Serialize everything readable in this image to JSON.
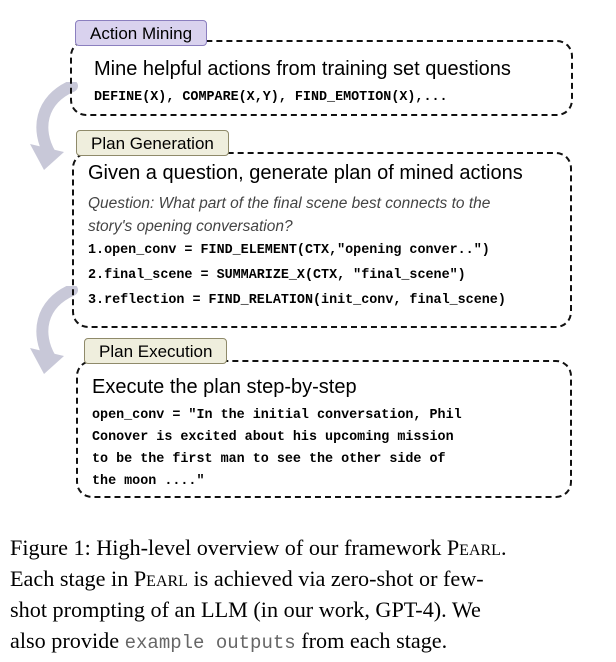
{
  "stages": [
    {
      "tab": "Action Mining",
      "heading": "Mine helpful actions from training set questions",
      "code_lines": [
        "DEFINE(X), COMPARE(X,Y), FIND_EMOTION(X),..."
      ]
    },
    {
      "tab": "Plan Generation",
      "heading": "Given a question, generate plan of mined actions",
      "question_lines": [
        "Question: What part of the final scene best connects to the",
        "story's opening conversation?"
      ],
      "code_lines": [
        "1.open_conv = FIND_ELEMENT(CTX,\"opening conver..\")",
        "2.final_scene = SUMMARIZE_X(CTX, \"final_scene\")",
        "3.reflection = FIND_RELATION(init_conv, final_scene)"
      ]
    },
    {
      "tab": "Plan Execution",
      "heading": "Execute the plan step-by-step",
      "code_lines": [
        "open_conv = \"In the initial conversation, Phil",
        "Conover is excited about his upcoming mission",
        "to be the first man to see the other side of",
        "the moon ....\""
      ]
    }
  ],
  "caption": {
    "p1": "Figure 1: High-level overview of our framework ",
    "name": "Pearl",
    "p2": ".",
    "p3": "Each stage in ",
    "p4": " is achieved via zero-shot or few-",
    "p5": "shot prompting of an LLM (in our work, GPT-4). We",
    "p6": "also provide ",
    "code": "example outputs",
    "p7": " from each stage."
  },
  "colors": {
    "tab1": "#d9d2ee",
    "tab2": "#efeedd",
    "tab3": "#efeedd",
    "arrow": "#c8c8d8"
  }
}
